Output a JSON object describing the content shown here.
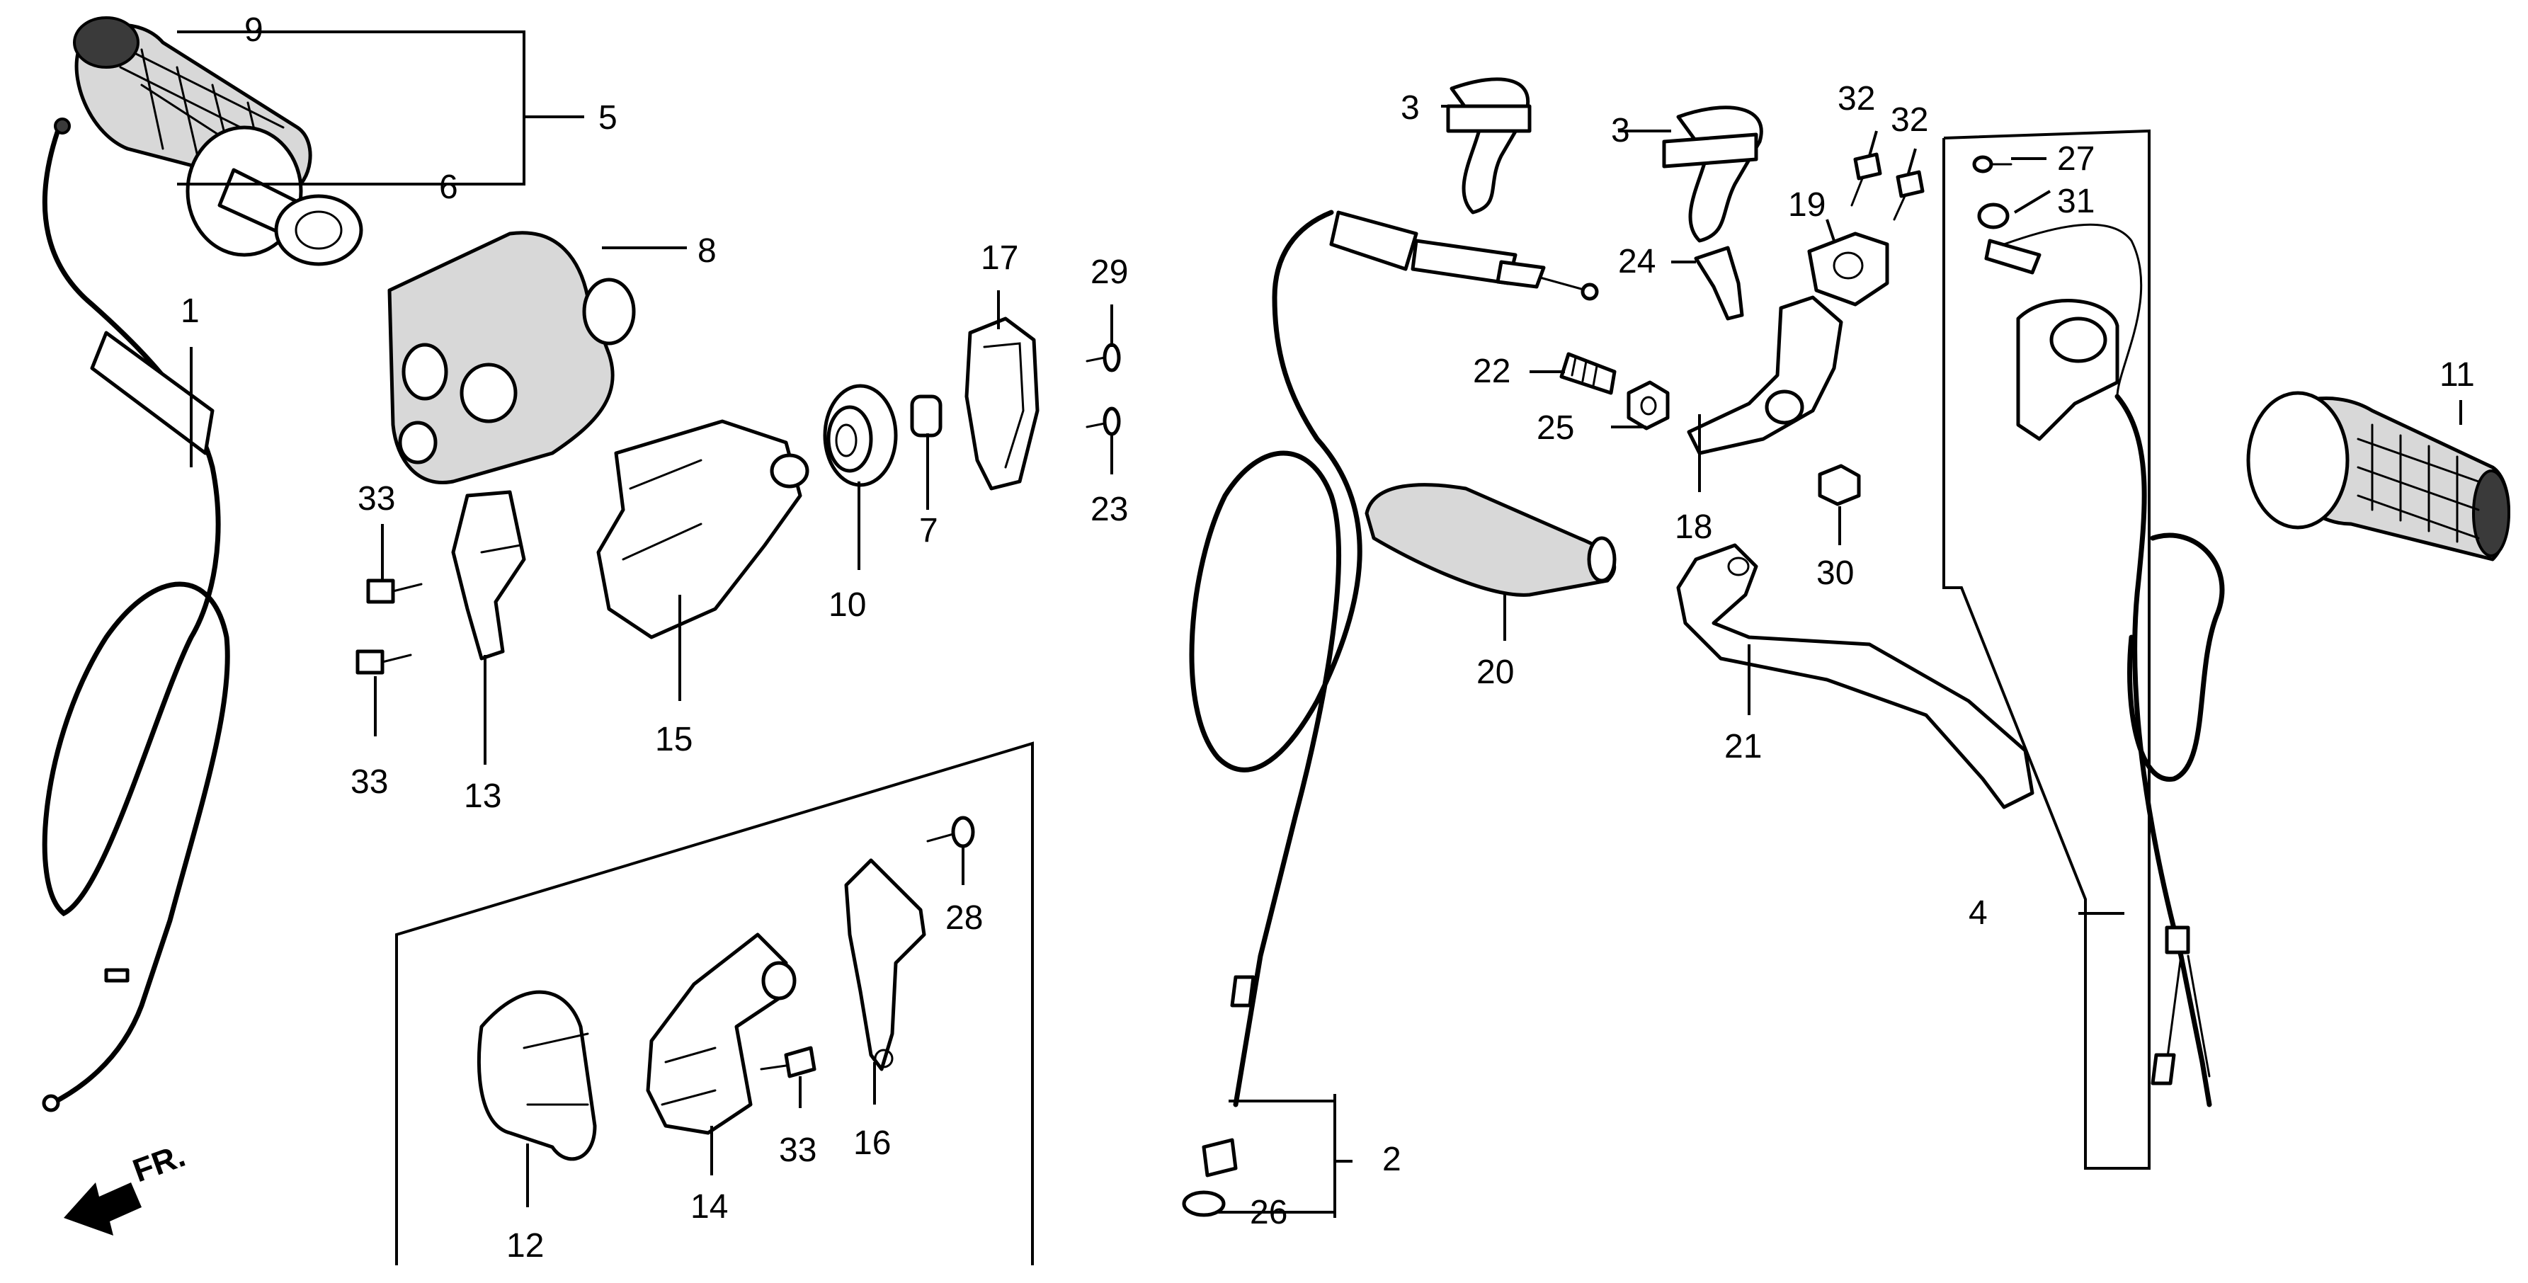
{
  "callouts": [
    "1",
    "2",
    "3",
    "3",
    "4",
    "5",
    "6",
    "7",
    "8",
    "9",
    "10",
    "11",
    "12",
    "13",
    "14",
    "15",
    "16",
    "17",
    "18",
    "19",
    "20",
    "21",
    "22",
    "23",
    "24",
    "25",
    "26",
    "27",
    "28",
    "29",
    "30",
    "31",
    "32",
    "32",
    "33",
    "33",
    "33"
  ],
  "direction_label": "FR."
}
